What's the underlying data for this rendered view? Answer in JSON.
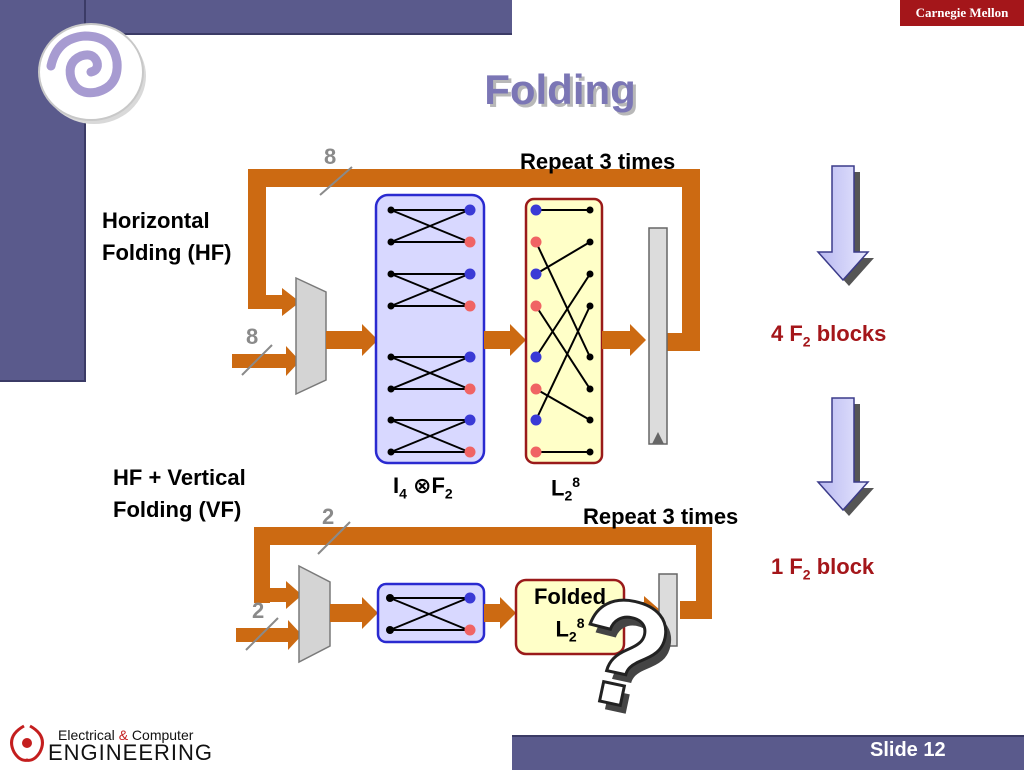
{
  "header": {
    "title": "Folding",
    "brand": "Carnegie Mellon"
  },
  "footer": {
    "slide_label": "Slide 12",
    "dept_line1_a": "Electrical ",
    "dept_amp": "&",
    "dept_line1_b": " Computer",
    "dept_line2": "ENGINEERING"
  },
  "top_diagram": {
    "label_line1": "Horizontal",
    "label_line2": "Folding (HF)",
    "repeat_label": "Repeat 3 times",
    "bits_feedback": "8",
    "bits_input": "8",
    "block1_label_main": "I",
    "block1_label_sub": "4",
    "block1_label_op": " ⊗F",
    "block1_label_sub2": "2",
    "block2_label_main": "L",
    "block2_label_sub": "2",
    "block2_label_sup": "8"
  },
  "bottom_diagram": {
    "label_line1": "HF + Vertical",
    "label_line2": "Folding (VF)",
    "repeat_label": "Repeat 3 times",
    "bits_feedback": "2",
    "bits_input": "2",
    "folded_line1": "Folded",
    "folded_main": "L",
    "folded_sub": "2",
    "folded_sup": "8",
    "question": "?"
  },
  "right_notes": {
    "top_main": "4 F",
    "top_sub": "2",
    "top_tail": " blocks",
    "bottom_main": "1 F",
    "bottom_sub": "2",
    "bottom_tail": " block"
  },
  "colors": {
    "accent": "#5a5a8c",
    "arrow": "#cc6a12",
    "brand": "#a4161a",
    "dot_blue": "#3a3ad6",
    "dot_red": "#f06464"
  }
}
